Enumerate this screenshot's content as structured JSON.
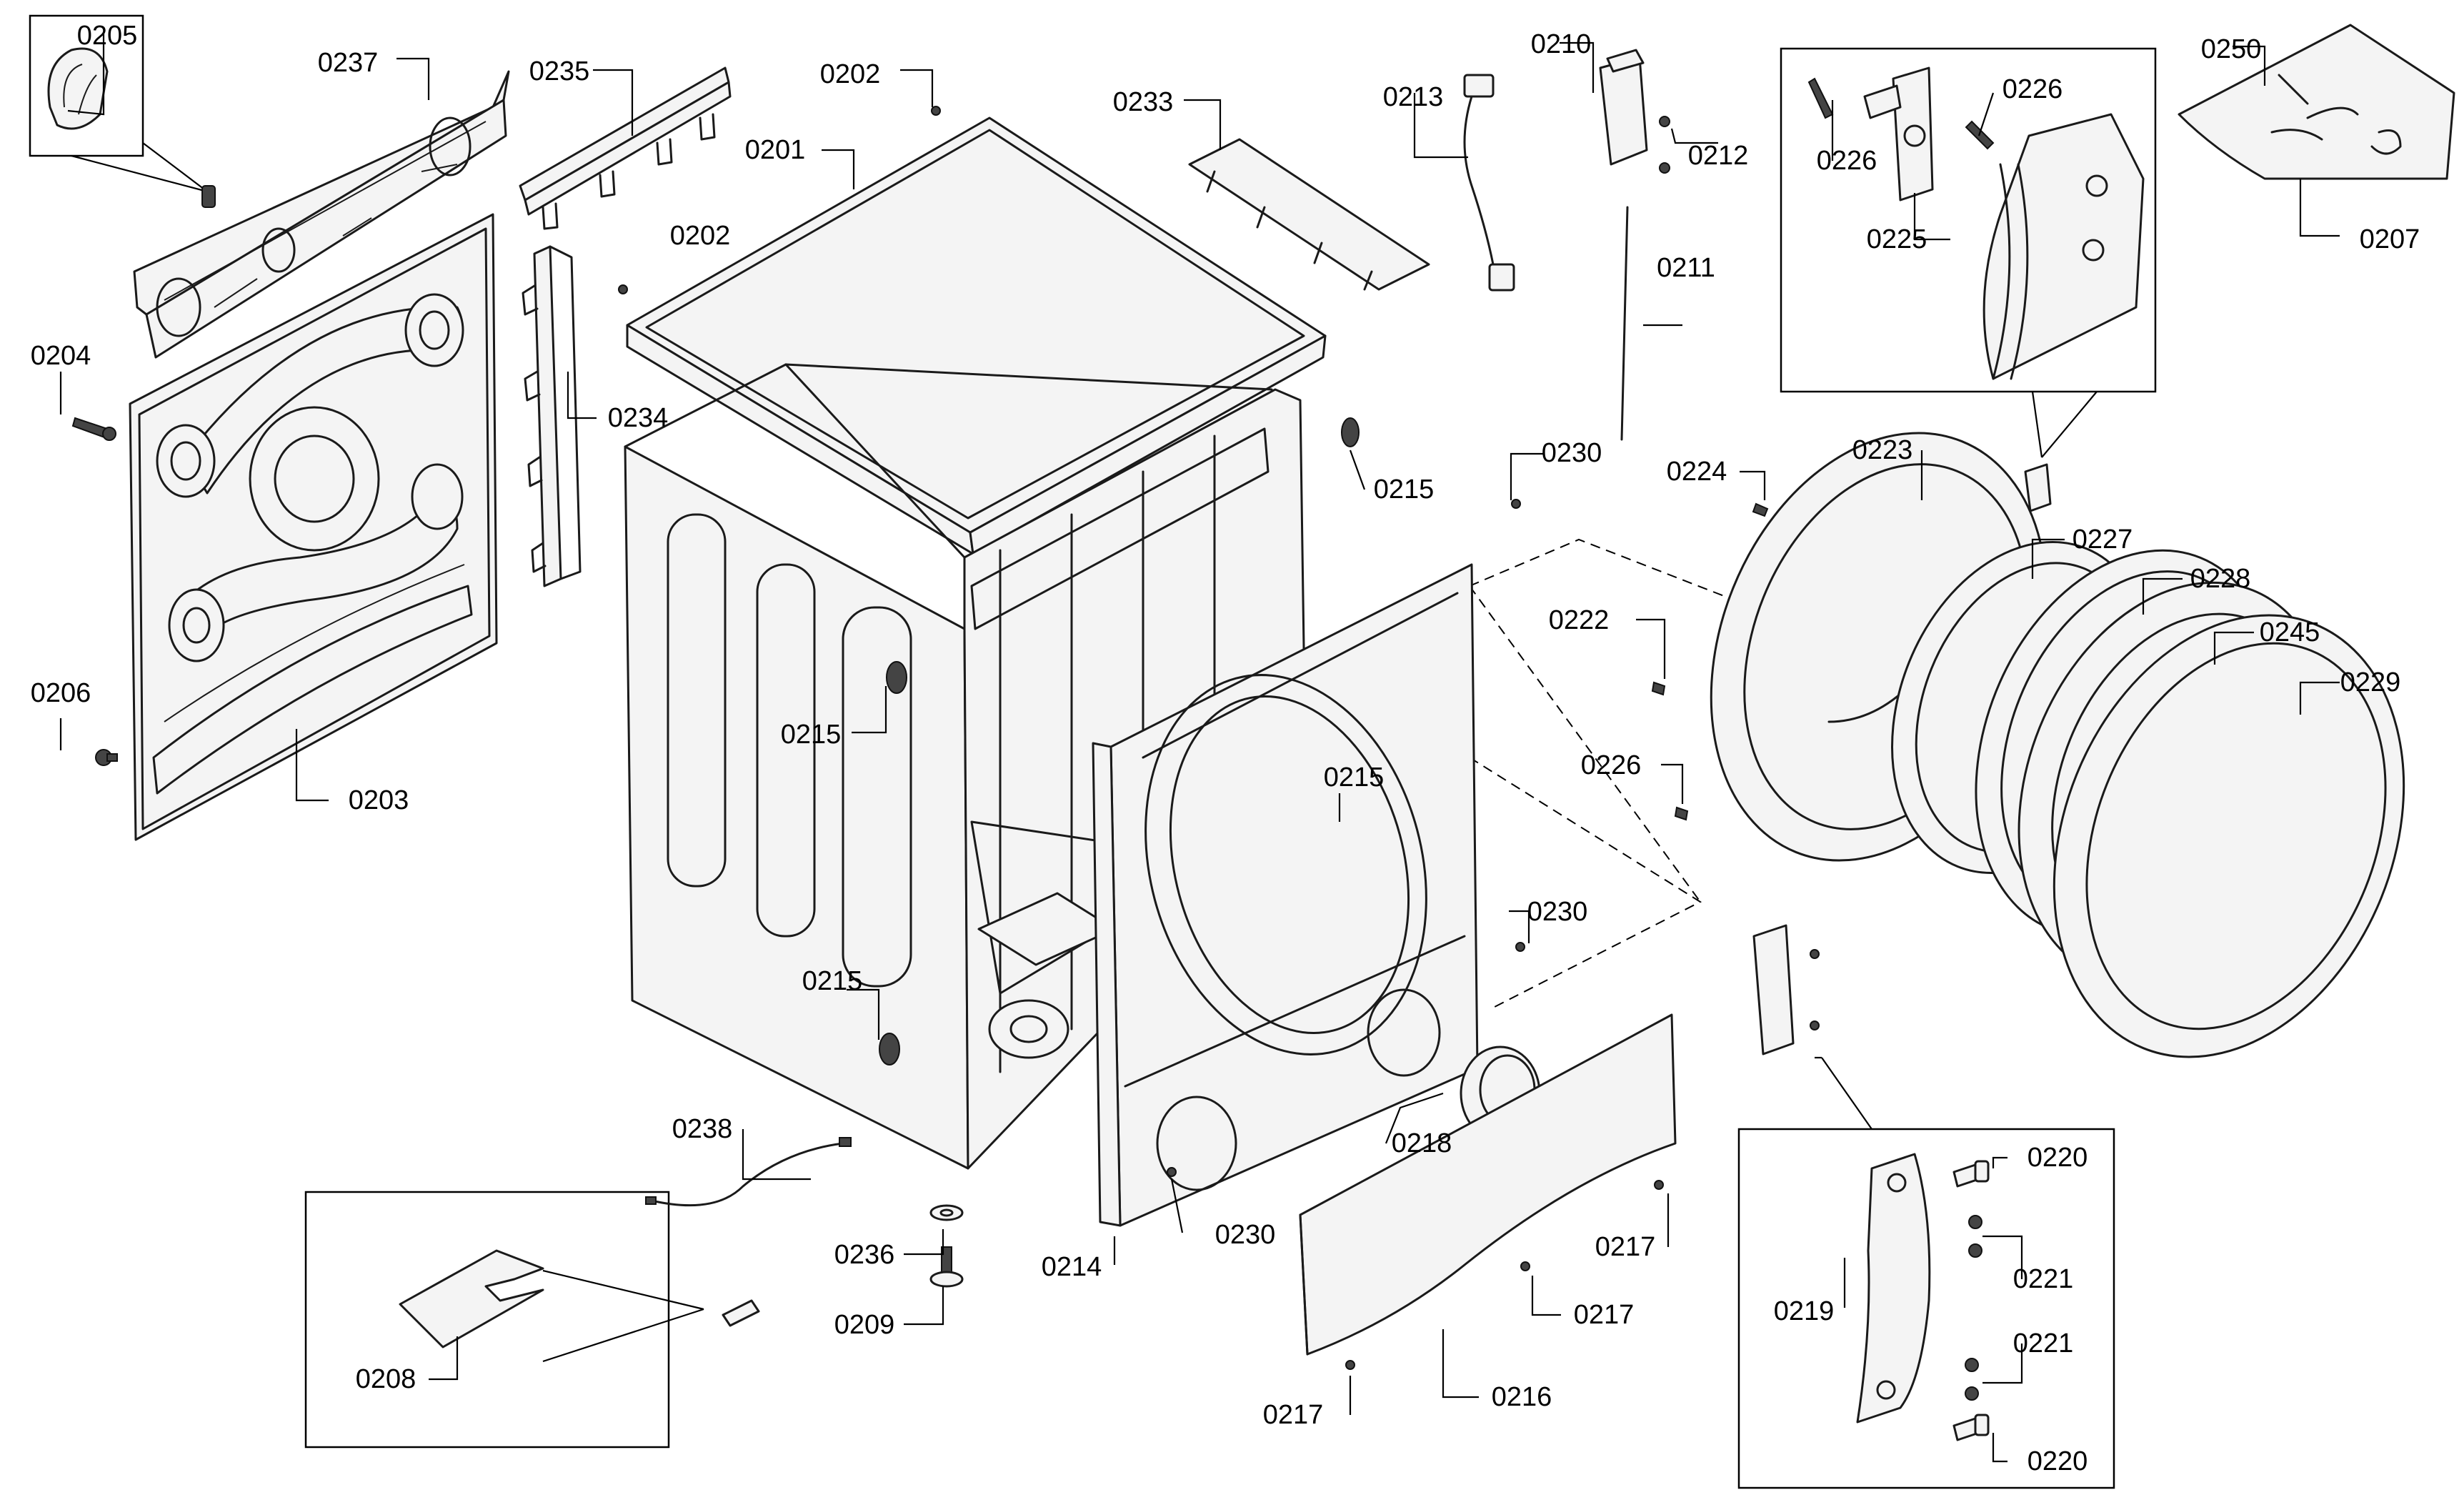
{
  "diagram": {
    "labels": [
      "0205",
      "0237",
      "0235",
      "0202",
      "0201",
      "0233",
      "0213",
      "0210",
      "0212",
      "0211",
      "0226",
      "0225",
      "0250",
      "0207",
      "0204",
      "0206",
      "0203",
      "0234",
      "0215",
      "0230",
      "0224",
      "0223",
      "0227",
      "0228",
      "0245",
      "0229",
      "0222",
      "0238",
      "0236",
      "0209",
      "0214",
      "0218",
      "0217",
      "0216",
      "0208",
      "0220",
      "0221",
      "0219"
    ]
  }
}
